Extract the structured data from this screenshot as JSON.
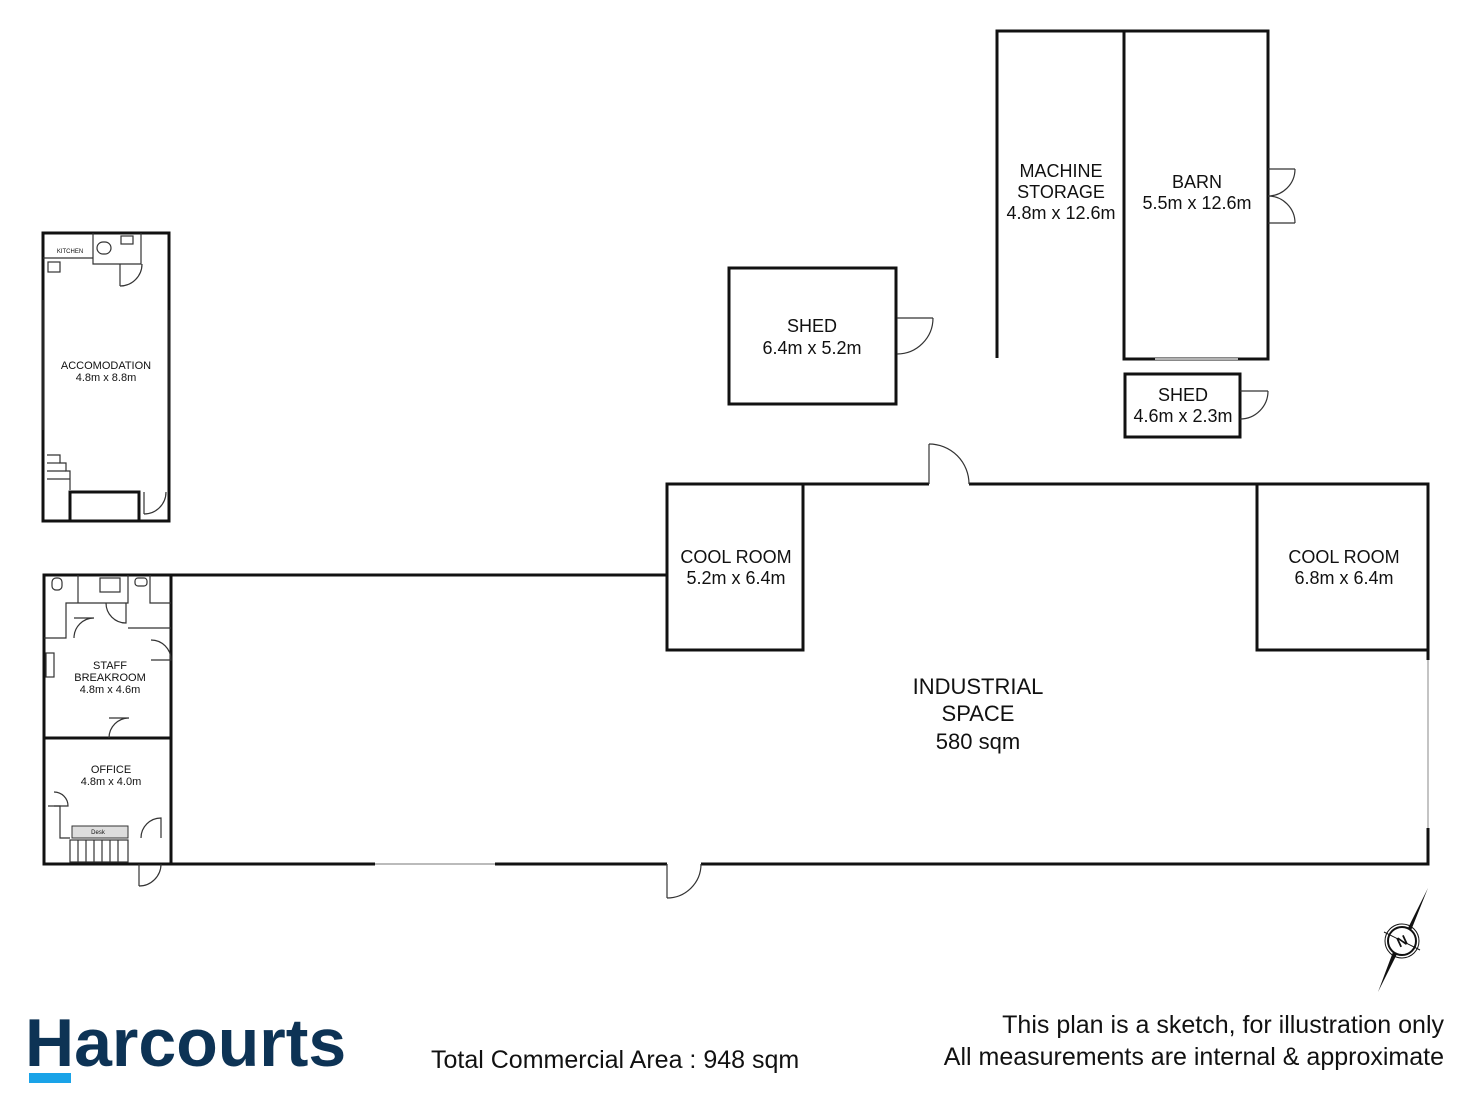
{
  "rooms": {
    "machine_storage": {
      "name_1": "MACHINE",
      "name_2": "STORAGE",
      "dims": "4.8m x 12.6m"
    },
    "barn": {
      "name": "BARN",
      "dims": "5.5m x 12.6m"
    },
    "shed_large": {
      "name": "SHED",
      "dims": "6.4m x 5.2m"
    },
    "shed_small": {
      "name": "SHED",
      "dims": "4.6m x 2.3m"
    },
    "kitchen": {
      "name": "KITCHEN"
    },
    "accommodation": {
      "name": "ACCOMODATION",
      "dims": "4.8m x 8.8m"
    },
    "cool_room_1": {
      "name": "COOL ROOM",
      "dims": "5.2m x 6.4m"
    },
    "cool_room_2": {
      "name": "COOL ROOM",
      "dims": "6.8m x 6.4m"
    },
    "staff_breakroom": {
      "name_1": "STAFF",
      "name_2": "BREAKROOM",
      "dims": "4.8m x 4.6m"
    },
    "office": {
      "name": "OFFICE",
      "dims": "4.8m x 4.0m",
      "desk": "Desk"
    },
    "industrial_space": {
      "name_1": "INDUSTRIAL",
      "name_2": "SPACE",
      "area": "580 sqm"
    }
  },
  "compass": {
    "letter": "N"
  },
  "footer": {
    "brand": "Harcourts",
    "total_area": "Total Commercial Area : 948 sqm",
    "disclaimer_1": "This plan is a sketch, for illustration only",
    "disclaimer_2": "All measurements are internal & approximate"
  },
  "colors": {
    "brand_navy": "#0d3355",
    "brand_blue": "#1aa3e8",
    "wall": "#111111"
  }
}
